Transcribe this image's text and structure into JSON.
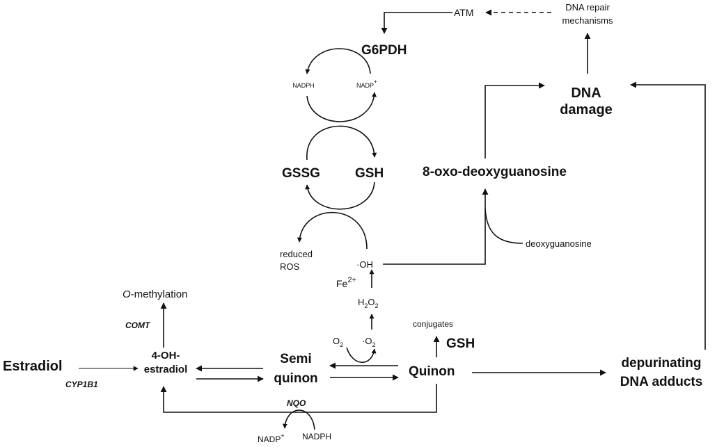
{
  "nodes": {
    "atm": "ATM",
    "dna_repair_1": "DNA repair",
    "dna_repair_2": "mechanisms",
    "g6pdh": "G6PDH",
    "nadph_top": "NADPH",
    "nadp_top": "NADP",
    "plus": "+",
    "dna_damage_1": "DNA",
    "dna_damage_2": "damage",
    "gssg": "GSSG",
    "gsh": "GSH",
    "oxo": "8-oxo-deoxyguanosine",
    "deoxyguanosine": "deoxyguanosine",
    "reduced_1": "reduced",
    "reduced_2": "ROS",
    "oh": "·OH",
    "fe": "Fe",
    "fe_sup": "2+",
    "h2o2_a": "H",
    "h2o2_sub1": "2",
    "h2o2_b": "O",
    "h2o2_sub2": "2",
    "o_methylation_italic": "O",
    "o_methylation_rest": "-methylation",
    "comt": "COMT",
    "conjugates": "conjugates",
    "gsh_conj": "GSH",
    "o2_a": "O",
    "o2_sub": "2",
    "superoxide_a": "·O",
    "superoxide_sub": "2",
    "estradiol": "Estradiol",
    "hydroxy_1": "4-OH-",
    "hydroxy_2": "estradiol",
    "cyp1b1": "CYP1B1",
    "semi_1": "Semi",
    "semi_2": "quinon",
    "quinon": "Quinon",
    "depur_1": "depurinating",
    "depur_2": "DNA adducts",
    "nqo": "NQO",
    "nadp_bottom": "NADP",
    "nadph_bottom": "NADPH"
  }
}
